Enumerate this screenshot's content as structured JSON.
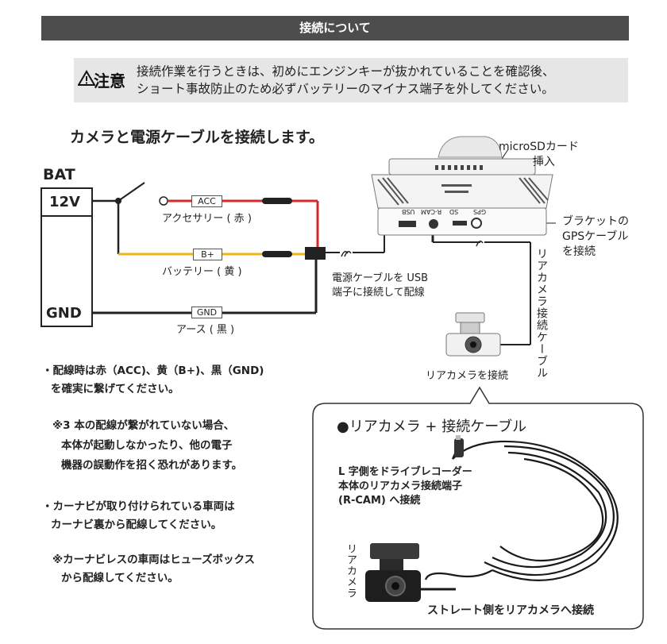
{
  "header": {
    "title": "接続について"
  },
  "caution": {
    "label": "注意",
    "line1": "接続作業を行うときは、初めにエンジンキーが抜かれていることを確認後、",
    "line2": "ショート事故防止のため必ずバッテリーのマイナス端子を外してください。"
  },
  "lead": "カメラと電源ケーブルを接続します。",
  "diagram": {
    "bat_label": "BAT",
    "v12": "12V",
    "gnd": "GND",
    "acc_tag": "ACC",
    "acc_desc": "アクセサリー ( 赤 )",
    "b_tag": "B+",
    "b_desc": "バッテリー ( 黄 )",
    "gnd_tag": "GND",
    "gnd_desc": "アース ( 黒 )",
    "usb_note_line1": "電源ケーブルを USB",
    "usb_note_line2": "端子に接続して配線",
    "microsd_line1": "microSDカード",
    "microsd_line2": "挿入",
    "bracket_line1": "ブラケットの",
    "bracket_line2": "GPSケーブル",
    "bracket_line3": "を接続",
    "rear_cable_vertical": "リアカメラ接続ケーブル",
    "rear_cam_connect": "リアカメラを接続",
    "port_gps": "GPS",
    "port_sd": "SD",
    "port_rcam": "R-CAM",
    "port_usb": "USB"
  },
  "notes": {
    "n1_line1": "・配線時は赤（ACC)、黄（B+)、黒（GND)",
    "n1_line2": "を確実に繋げてください。",
    "n2_line1": "※3 本の配線が繋がれていない場合、",
    "n2_line2": "本体が起動しなかったり、他の電子",
    "n2_line3": "機器の誤動作を招く恐れがあります。",
    "n3_line1": "・カーナビが取り付けられている車両は",
    "n3_line2": "カーナビ裏から配線してください。",
    "n4_line1": "※カーナビレスの車両はヒューズボックス",
    "n4_line2": "から配線してください。"
  },
  "callout": {
    "title": "●リアカメラ + 接続ケーブル",
    "l_side_line1": "L 字側をドライブレコーダー",
    "l_side_line2": "本体のリアカメラ接続端子",
    "l_side_line3": "(R-CAM) へ接続",
    "rear_vertical": "リアカメラ",
    "straight_side": "ストレート側をリアカメラへ接続"
  },
  "colors": {
    "red": "#d7282a",
    "yellow": "#f0b416",
    "black": "#222222",
    "header_bg": "#4d4d4d",
    "caution_bg": "#e6e6e6"
  }
}
